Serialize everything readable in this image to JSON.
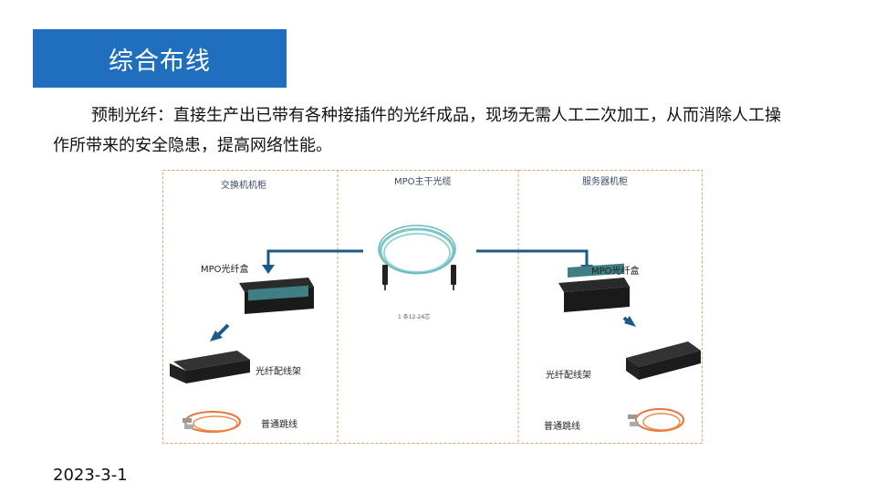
{
  "slide": {
    "title": "综合布线",
    "paragraph": "预制光纤：直接生产出已带有各种接插件的光纤成品，现场无需人工二次加工，从而消除人工操作所带来的安全隐患，提高网络性能。",
    "date": "2023-3-1"
  },
  "diagram": {
    "left_section": "交换机机柜",
    "middle_section": "MPO主干光缆",
    "right_section": "服务器机柜",
    "left_mpo_box": "MPO光纤盒",
    "right_mpo_box": "MPO光纤盒",
    "left_patch_panel": "光纤配线架",
    "right_patch_panel": "光纤配线架",
    "left_patch_cord": "普通跳线",
    "right_patch_cord": "普通跳线",
    "cable_note": "1 条12-24芯"
  },
  "colors": {
    "title_bg": "#1f6fbe",
    "frame_dash": "#e0a070",
    "arrow": "#1a5a8a",
    "cable": "#7fc6c9",
    "patch_cord": "#e8743a"
  }
}
